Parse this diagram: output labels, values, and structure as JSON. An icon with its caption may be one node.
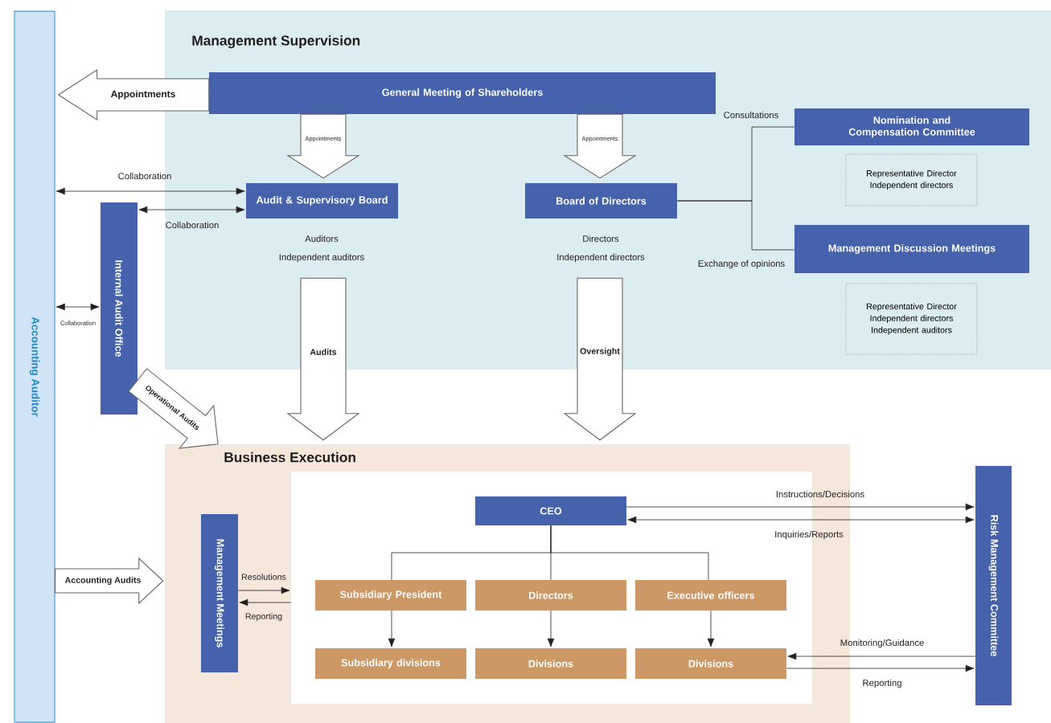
{
  "diagram": {
    "nodes": [
      {
        "text": [
          "Management Supervision"
        ]
      },
      {
        "text": [
          "General Meeting of Shareholders"
        ],
        "in": 0
      },
      {
        "text": [
          "Audit & Supervisory Board"
        ],
        "in": 0,
        "beside": [
          "Auditors",
          "Independent auditors"
        ]
      },
      {
        "text": [
          "Board of Directors"
        ],
        "in": 0,
        "beside": [
          "Directors",
          "Independent directors"
        ]
      },
      {
        "text": [
          "Nomination and Compensation Committee"
        ],
        "in": 0
      },
      {
        "text": [
          "Representative Director",
          "Independent directors"
        ],
        "in": 0
      },
      {
        "text": [
          "Management Discussion Meetings"
        ],
        "in": 0
      },
      {
        "text": [
          "Representative Director",
          "Independent directors",
          "Independent auditors"
        ],
        "in": 0
      },
      {
        "text": [
          "Accounting Auditor"
        ]
      },
      {
        "text": [
          "Internal Audit Office"
        ]
      },
      {
        "text": [
          "Business Execution"
        ]
      },
      {
        "text": [],
        "shape": "box",
        "in": 10
      },
      {
        "text": [
          "Management Meetings"
        ],
        "in": 10
      },
      {
        "text": [
          "CEO"
        ],
        "in": 11
      },
      {
        "text": [
          "Subsidiary President"
        ],
        "in": 11
      },
      {
        "text": [
          "Directors"
        ],
        "in": 11
      },
      {
        "text": [
          "Executive officers"
        ],
        "in": 11
      },
      {
        "text": [
          "Subsidiary divisions"
        ],
        "in": 11
      },
      {
        "text": [
          "Divisions"
        ],
        "in": 11
      },
      {
        "text": [
          "Divisions"
        ],
        "in": 11
      },
      {
        "text": [
          "Risk Management Committee"
        ]
      }
    ],
    "edges": [
      {
        "from": 1,
        "to": 8,
        "arrow": "to",
        "label": "Appointments",
        "style": "thick"
      },
      {
        "from": 1,
        "to": 2,
        "arrow": "to",
        "label": "Appointments",
        "style": "thick"
      },
      {
        "from": 1,
        "to": 3,
        "arrow": "to",
        "label": "Appointments",
        "style": "thick"
      },
      {
        "from": 8,
        "to": 2,
        "arrow": "both",
        "label": "Collaboration"
      },
      {
        "from": 9,
        "to": 2,
        "arrow": "both",
        "label": "Collaboration"
      },
      {
        "from": 8,
        "to": 9,
        "arrow": "both",
        "label": "Collaboration"
      },
      {
        "from": 3,
        "to": 4,
        "arrow": "none",
        "label": "Consultations"
      },
      {
        "from": 3,
        "to": 6,
        "arrow": "none",
        "label": "Exchange of opinions"
      },
      {
        "from": 2,
        "to": 10,
        "arrow": "to",
        "label": "Audits",
        "style": "thick"
      },
      {
        "from": 3,
        "to": 10,
        "arrow": "to",
        "label": "Oversight",
        "style": "thick"
      },
      {
        "from": 9,
        "to": 10,
        "arrow": "to",
        "label": "Operational Audits",
        "style": "thick"
      },
      {
        "from": 8,
        "to": 10,
        "arrow": "to",
        "label": "Accounting Audits",
        "style": "thick"
      },
      {
        "from": 12,
        "to": 11,
        "arrow": "to",
        "label": "Resolutions"
      },
      {
        "from": 11,
        "to": 12,
        "arrow": "to",
        "label": "Reporting"
      },
      {
        "from": 13,
        "to": 14,
        "arrow": "none"
      },
      {
        "from": 13,
        "to": 15,
        "arrow": "none"
      },
      {
        "from": 13,
        "to": 16,
        "arrow": "none"
      },
      {
        "from": 14,
        "to": 17,
        "arrow": "to"
      },
      {
        "from": 15,
        "to": 18,
        "arrow": "to"
      },
      {
        "from": 16,
        "to": 19,
        "arrow": "to"
      },
      {
        "from": 13,
        "to": 20,
        "arrow": "to",
        "label": "Instructions/Decisions"
      },
      {
        "from": 13,
        "to": 20,
        "arrow": "both",
        "label": "Inquiries/Reports"
      },
      {
        "from": 20,
        "to": 19,
        "arrow": "to",
        "label": "Monitoring/Guidance"
      },
      {
        "from": 19,
        "to": 20,
        "arrow": "to",
        "label": "Reporting"
      }
    ]
  }
}
